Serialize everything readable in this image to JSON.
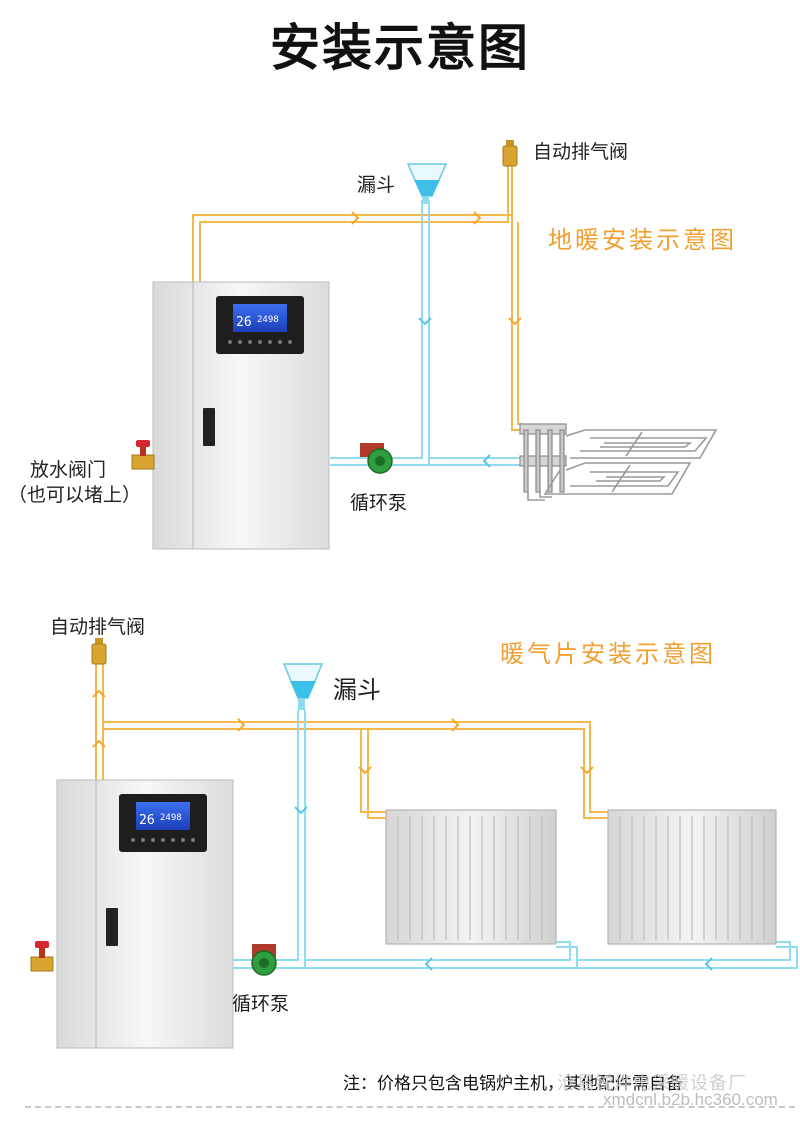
{
  "title": "安装示意图",
  "floor": {
    "section_title": "地暖安装示意图",
    "labels": {
      "funnel": "漏斗",
      "air_valve": "自动排气阀",
      "drain_valve": "放水阀门",
      "drain_valve_note": "（也可以堵上）",
      "pump": "循环泵"
    },
    "display": {
      "left": "26",
      "right": "2498"
    }
  },
  "radiator": {
    "section_title": "暖气片安装示意图",
    "labels": {
      "air_valve": "自动排气阀",
      "funnel": "漏斗",
      "pump": "循环泵"
    },
    "display": {
      "left": "26",
      "right": "2498"
    }
  },
  "note": "注：价格只包含电锅炉主机，其他配件需自备",
  "watermark": {
    "company": "沧县锐烨电采暖设备厂",
    "url": "xmdcnl.b2b.hc360.com"
  },
  "colors": {
    "hot_pipe": "#f5b84a",
    "cold_pipe": "#8fdcf0",
    "pump": "#2e9e3e",
    "valve_red": "#d8282f",
    "brass": "#d9a531",
    "accent_text": "#f0a030"
  }
}
